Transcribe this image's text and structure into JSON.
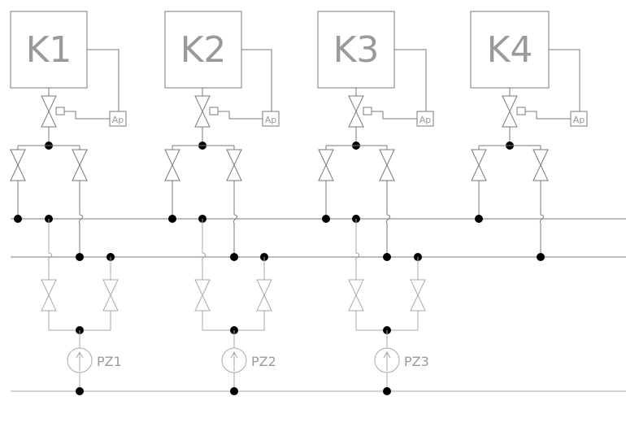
{
  "diagram": {
    "title": "",
    "units": [
      {
        "id": "K1",
        "label": "K1",
        "sensor": "Ap",
        "pump": "PZ1"
      },
      {
        "id": "K2",
        "label": "K2",
        "sensor": "Ap",
        "pump": "PZ2"
      },
      {
        "id": "K3",
        "label": "K3",
        "sensor": "Ap",
        "pump": "PZ3"
      },
      {
        "id": "K4",
        "label": "K4",
        "sensor": "Ap",
        "pump": null
      }
    ],
    "colors": {
      "line": "#7a7a7a",
      "node": "#000000",
      "text": "#9a9a9a"
    }
  }
}
